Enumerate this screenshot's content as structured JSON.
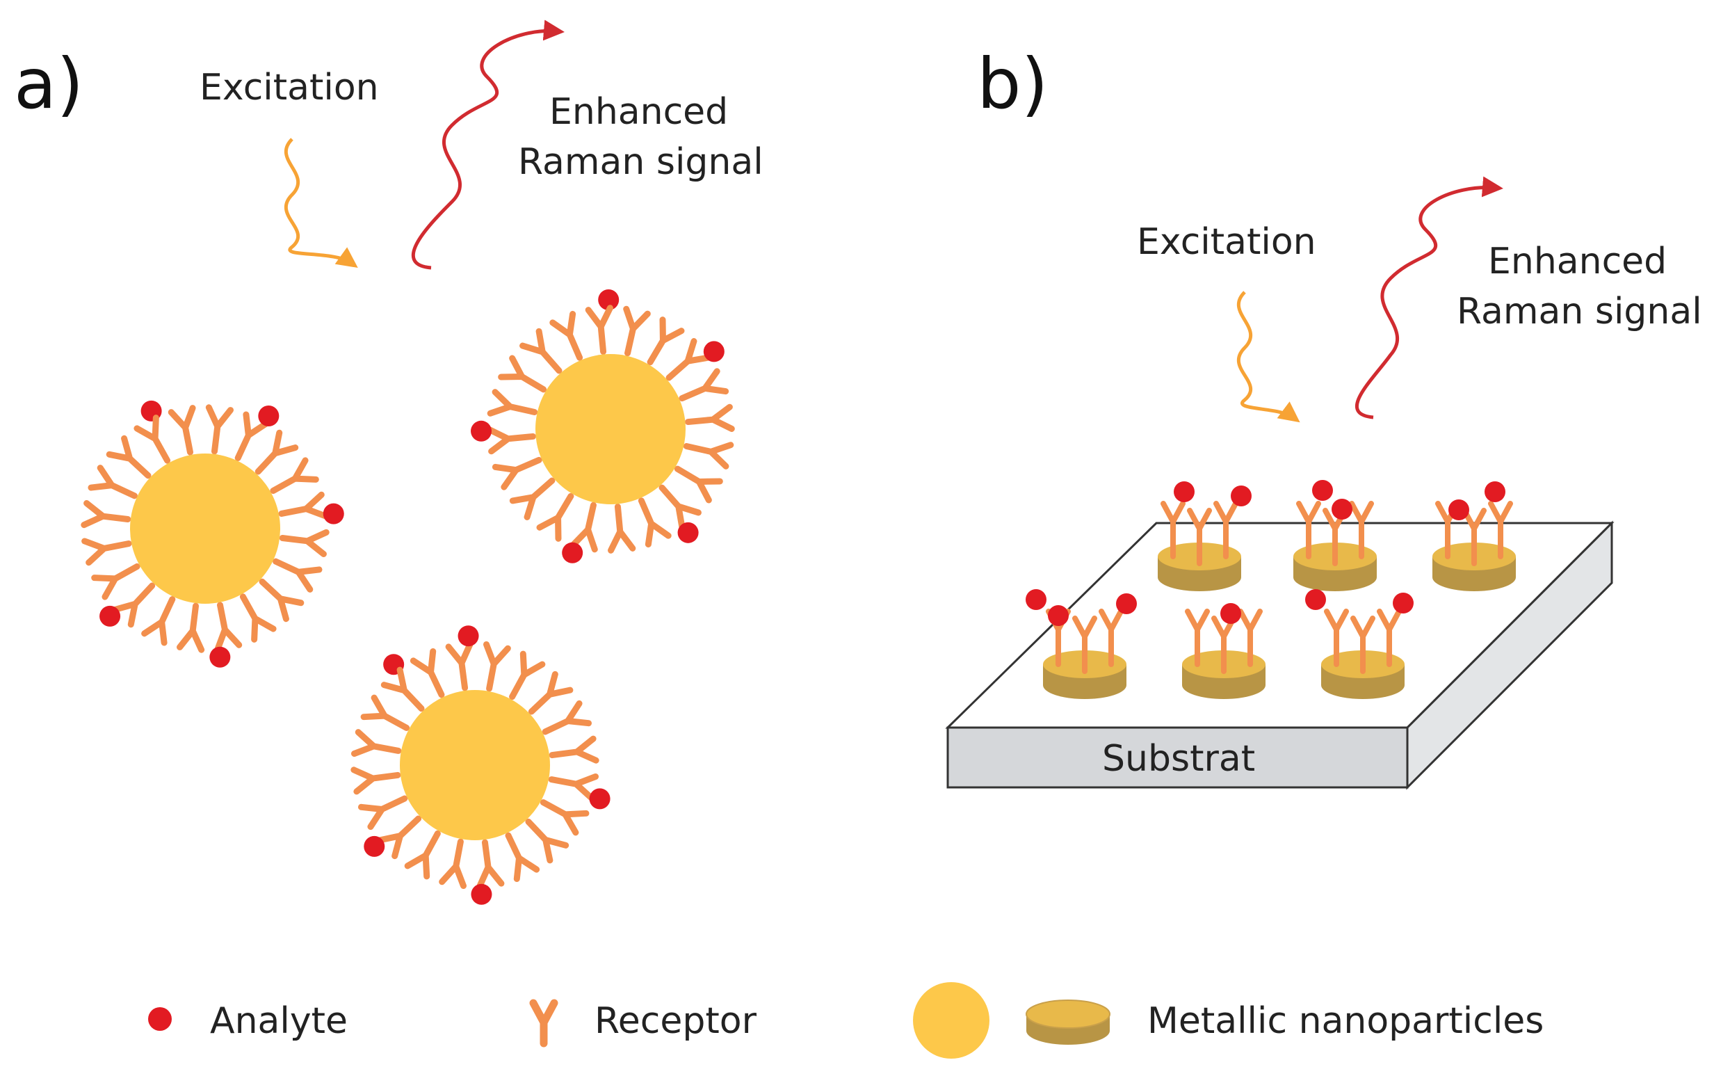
{
  "panel_a": {
    "label": "a)",
    "excitation": "Excitation",
    "enhanced_line1": "Enhanced",
    "enhanced_line2": "Raman signal"
  },
  "panel_b": {
    "label": "b)",
    "excitation": "Excitation",
    "enhanced_line1": "Enhanced",
    "enhanced_line2": "Raman signal",
    "substrate": "Substrat"
  },
  "legend": {
    "analyte": "Analyte",
    "receptor": "Receptor",
    "nanoparticles": "Metallic nanoparticles"
  },
  "colors": {
    "nanoparticle": "#FDC84A",
    "disk_side": "#B89545",
    "disk_top": "#E8B94A",
    "receptor": "#F28F4D",
    "analyte": "#E21B22",
    "excitation_wave": "#F7A335",
    "raman_wave": "#D12B30",
    "substrate_fill": "#D5D7DA",
    "substrate_top": "#FFFFFF"
  }
}
